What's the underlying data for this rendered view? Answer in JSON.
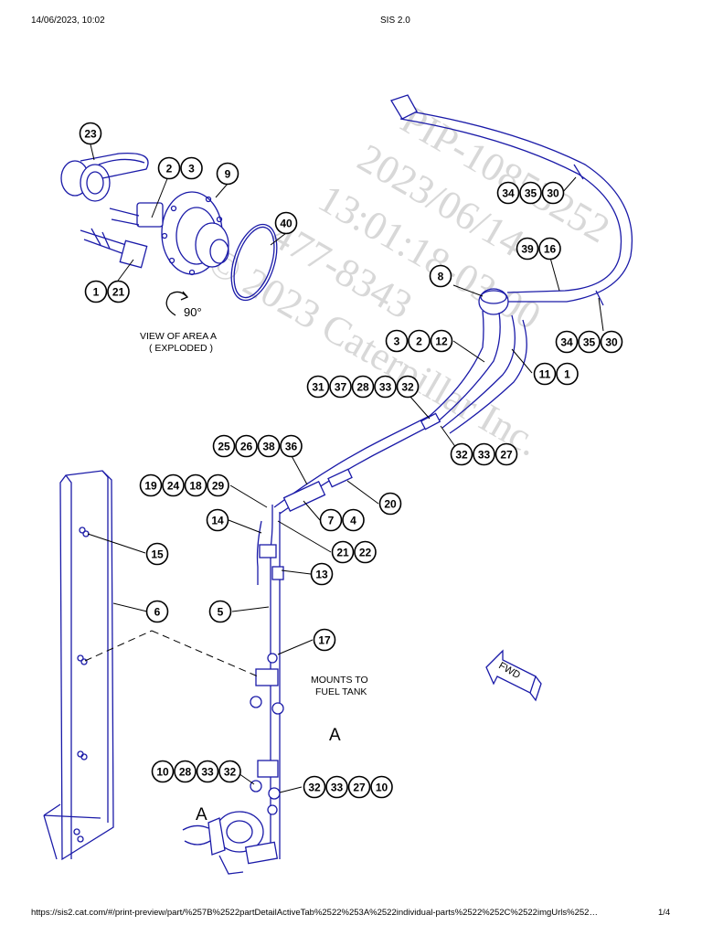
{
  "header": {
    "datetime": "14/06/2023, 10:02",
    "title": "SIS 2.0"
  },
  "footer": {
    "url": "https://sis2.cat.com/#/print-preview/part/%257B%2522partDetailActiveTab%2522%253A%2522individual-parts%2522%252C%2522imgUrls%252…",
    "page": "1/4"
  },
  "watermark": {
    "lines": [
      "PIP-10853252",
      "2023/06/14",
      "13:01:18-03:00",
      "477-8343",
      "© 2023 Caterpillar Inc."
    ]
  },
  "labels": {
    "view_title": "VIEW OF AREA A",
    "view_subtitle": "( EXPLODED )",
    "rotation": "90°",
    "mounts_line1": "MOUNTS TO",
    "mounts_line2": "FUEL TANK",
    "area_a_main": "A",
    "area_a_detail": "A",
    "fwd": "FWD"
  },
  "callouts": [
    {
      "group": "g23",
      "numbers": [
        "23"
      ]
    },
    {
      "group": "g2-3",
      "numbers": [
        "2",
        "3"
      ]
    },
    {
      "group": "g9",
      "numbers": [
        "9"
      ]
    },
    {
      "group": "g40",
      "numbers": [
        "40"
      ]
    },
    {
      "group": "g1-21",
      "numbers": [
        "1",
        "21"
      ]
    },
    {
      "group": "g34-35-30-top",
      "numbers": [
        "34",
        "35",
        "30"
      ]
    },
    {
      "group": "g39-16",
      "numbers": [
        "39",
        "16"
      ]
    },
    {
      "group": "g8",
      "numbers": [
        "8"
      ]
    },
    {
      "group": "g34-35-30-right",
      "numbers": [
        "34",
        "35",
        "30"
      ]
    },
    {
      "group": "g3-2-12",
      "numbers": [
        "3",
        "2",
        "12"
      ]
    },
    {
      "group": "g11-1",
      "numbers": [
        "11",
        "1"
      ]
    },
    {
      "group": "g31-37-28-33-32",
      "numbers": [
        "31",
        "37",
        "28",
        "33",
        "32"
      ]
    },
    {
      "group": "g32-33-27",
      "numbers": [
        "32",
        "33",
        "27"
      ]
    },
    {
      "group": "g25-26-38-36",
      "numbers": [
        "25",
        "26",
        "38",
        "36"
      ]
    },
    {
      "group": "g19-24-18-29",
      "numbers": [
        "19",
        "24",
        "18",
        "29"
      ]
    },
    {
      "group": "g20",
      "numbers": [
        "20"
      ]
    },
    {
      "group": "g7-4",
      "numbers": [
        "7",
        "4"
      ]
    },
    {
      "group": "g14",
      "numbers": [
        "14"
      ]
    },
    {
      "group": "g21-22",
      "numbers": [
        "21",
        "22"
      ]
    },
    {
      "group": "g15",
      "numbers": [
        "15"
      ]
    },
    {
      "group": "g13",
      "numbers": [
        "13"
      ]
    },
    {
      "group": "g6",
      "numbers": [
        "6"
      ]
    },
    {
      "group": "g5",
      "numbers": [
        "5"
      ]
    },
    {
      "group": "g17",
      "numbers": [
        "17"
      ]
    },
    {
      "group": "g10-28-33-32",
      "numbers": [
        "10",
        "28",
        "33",
        "32"
      ]
    },
    {
      "group": "g32-33-27-10",
      "numbers": [
        "32",
        "33",
        "27",
        "10"
      ]
    }
  ],
  "colors": {
    "line_art": "#1a1aa8",
    "callout": "#000000",
    "watermark": "#d8d8d8"
  }
}
